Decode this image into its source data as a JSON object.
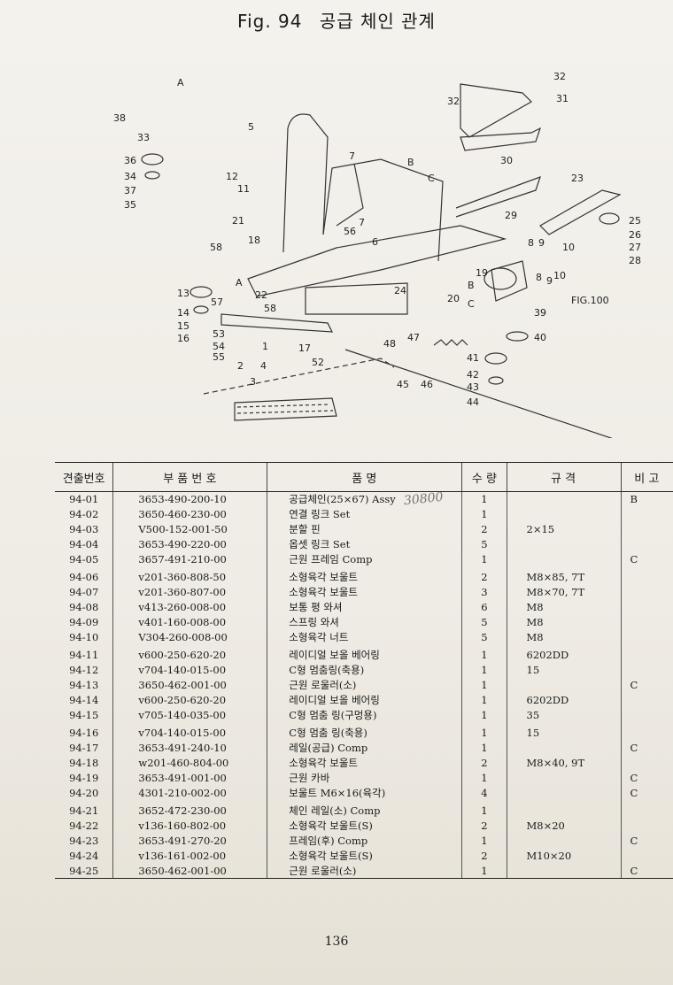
{
  "title": {
    "fig": "Fig. 94",
    "name": "공급 체인 관계"
  },
  "diagram": {
    "labels": [
      "A",
      "38",
      "33",
      "36",
      "34",
      "37",
      "35",
      "5",
      "12",
      "11",
      "21",
      "58",
      "18",
      "13",
      "14",
      "15",
      "16",
      "57",
      "22",
      "58",
      "53",
      "54",
      "55",
      "2",
      "1",
      "4",
      "3",
      "7",
      "B",
      "C",
      "56",
      "7",
      "6",
      "24",
      "20",
      "17",
      "52",
      "19",
      "B",
      "C",
      "FIG.100",
      "39",
      "40",
      "48",
      "47",
      "45",
      "46",
      "41",
      "42",
      "43",
      "44",
      "32",
      "31",
      "32",
      "30",
      "29",
      "23",
      "25",
      "26",
      "27",
      "28",
      "8",
      "9",
      "10",
      "8",
      "9",
      "10",
      "A"
    ]
  },
  "table": {
    "headers": {
      "no": "견출번호",
      "part": "부 품 번 호",
      "name": "품 명",
      "qty": "수 량",
      "spec": "규 격",
      "note": "비 고"
    },
    "rows": [
      {
        "no": "94-01",
        "part": "3653-490-200-10",
        "name": "공급체인(25×67) Assy",
        "qty": "1",
        "spec": "",
        "note": "B"
      },
      {
        "no": "94-02",
        "part": "3650-460-230-00",
        "name": "연결 링크 Set",
        "qty": "1",
        "spec": "",
        "note": ""
      },
      {
        "no": "94-03",
        "part": "V500-152-001-50",
        "name": "분할 핀",
        "qty": "2",
        "spec": "2×15",
        "note": ""
      },
      {
        "no": "94-04",
        "part": "3653-490-220-00",
        "name": "옵셋 링크 Set",
        "qty": "5",
        "spec": "",
        "note": ""
      },
      {
        "no": "94-05",
        "part": "3657-491-210-00",
        "name": "근원 프레임 Comp",
        "qty": "1",
        "spec": "",
        "note": "C"
      },
      {
        "no": "94-06",
        "part": "v201-360-808-50",
        "name": "소형육각 보울트",
        "qty": "2",
        "spec": "M8×85, 7T",
        "note": ""
      },
      {
        "no": "94-07",
        "part": "v201-360-807-00",
        "name": "소형육각 보울트",
        "qty": "3",
        "spec": "M8×70, 7T",
        "note": ""
      },
      {
        "no": "94-08",
        "part": "v413-260-008-00",
        "name": "보통 평 와셔",
        "qty": "6",
        "spec": "M8",
        "note": ""
      },
      {
        "no": "94-09",
        "part": "v401-160-008-00",
        "name": "스프링 와셔",
        "qty": "5",
        "spec": "M8",
        "note": ""
      },
      {
        "no": "94-10",
        "part": "V304-260-008-00",
        "name": "소형육각 너트",
        "qty": "5",
        "spec": "M8",
        "note": ""
      },
      {
        "no": "94-11",
        "part": "v600-250-620-20",
        "name": "레이디얼 보올 베어링",
        "qty": "1",
        "spec": "6202DD",
        "note": ""
      },
      {
        "no": "94-12",
        "part": "v704-140-015-00",
        "name": "C형 멈춤링(축용)",
        "qty": "1",
        "spec": "15",
        "note": ""
      },
      {
        "no": "94-13",
        "part": "3650-462-001-00",
        "name": "근원 로울러(소)",
        "qty": "1",
        "spec": "",
        "note": "C"
      },
      {
        "no": "94-14",
        "part": "v600-250-620-20",
        "name": "레이디얼 보올 베어링",
        "qty": "1",
        "spec": "6202DD",
        "note": ""
      },
      {
        "no": "94-15",
        "part": "v705-140-035-00",
        "name": "C형 멈춤 링(구멍용)",
        "qty": "1",
        "spec": "35",
        "note": ""
      },
      {
        "no": "94-16",
        "part": "v704-140-015-00",
        "name": "C형 멈춤 링(축용)",
        "qty": "1",
        "spec": "15",
        "note": ""
      },
      {
        "no": "94-17",
        "part": "3653-491-240-10",
        "name": "레일(공급) Comp",
        "qty": "1",
        "spec": "",
        "note": "C"
      },
      {
        "no": "94-18",
        "part": "w201-460-804-00",
        "name": "소형육각 보울트",
        "qty": "2",
        "spec": "M8×40, 9T",
        "note": ""
      },
      {
        "no": "94-19",
        "part": "3653-491-001-00",
        "name": "근원 카바",
        "qty": "1",
        "spec": "",
        "note": "C"
      },
      {
        "no": "94-20",
        "part": "4301-210-002-00",
        "name": "보울트 M6×16(육각)",
        "qty": "4",
        "spec": "",
        "note": "C"
      },
      {
        "no": "94-21",
        "part": "3652-472-230-00",
        "name": "체인 레일(소) Comp",
        "qty": "1",
        "spec": "",
        "note": ""
      },
      {
        "no": "94-22",
        "part": "v136-160-802-00",
        "name": "소형육각 보울트(S)",
        "qty": "2",
        "spec": "M8×20",
        "note": ""
      },
      {
        "no": "94-23",
        "part": "3653-491-270-20",
        "name": "프레임(후) Comp",
        "qty": "1",
        "spec": "",
        "note": "C"
      },
      {
        "no": "94-24",
        "part": "v136-161-002-00",
        "name": "소형육각 보울트(S)",
        "qty": "2",
        "spec": "M10×20",
        "note": ""
      },
      {
        "no": "94-25",
        "part": "3650-462-001-00",
        "name": "근원 로울러(소)",
        "qty": "1",
        "spec": "",
        "note": "C"
      }
    ]
  },
  "handwritten_note": "30800",
  "page_number": "136"
}
